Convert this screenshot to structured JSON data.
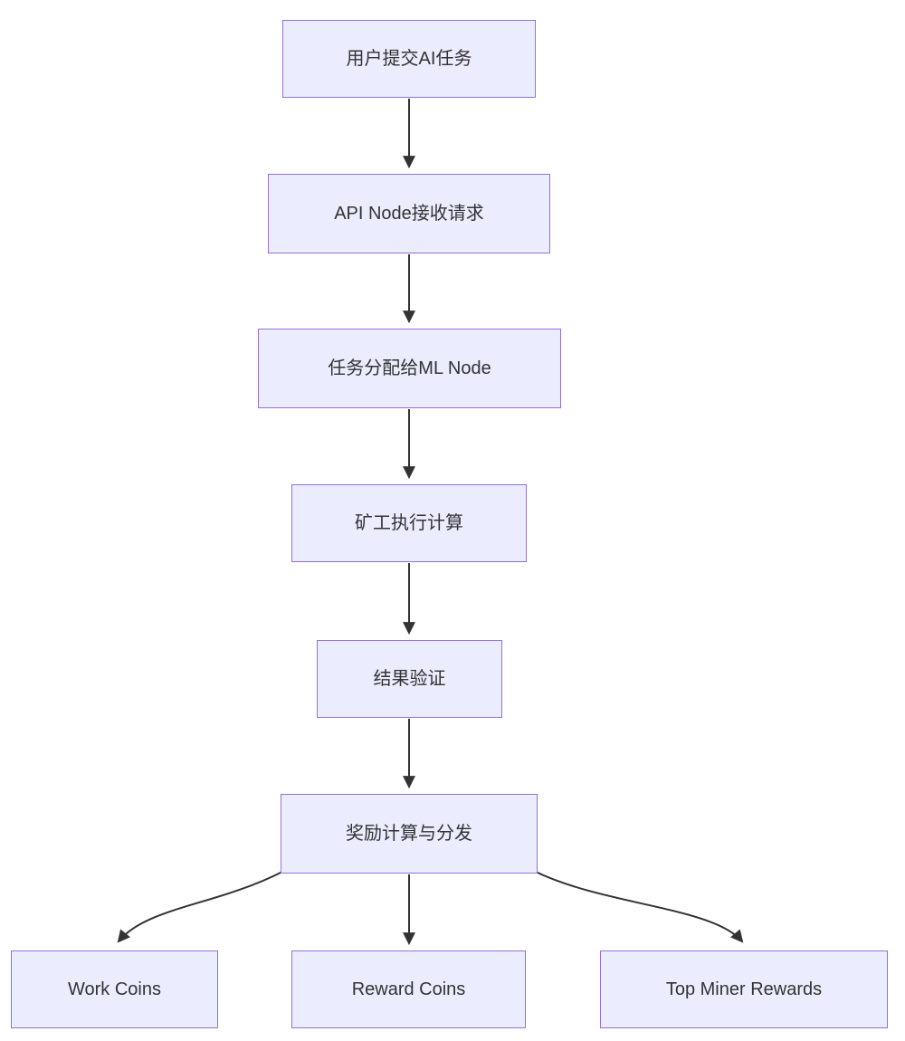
{
  "diagram": {
    "type": "flowchart",
    "direction": "top-down",
    "nodes": [
      {
        "id": "A",
        "label": "用户提交AI任务"
      },
      {
        "id": "B",
        "label": "API Node接收请求"
      },
      {
        "id": "C",
        "label": "任务分配给ML Node"
      },
      {
        "id": "D",
        "label": "矿工执行计算"
      },
      {
        "id": "E",
        "label": "结果验证"
      },
      {
        "id": "F",
        "label": "奖励计算与分发"
      },
      {
        "id": "G",
        "label": "Work Coins"
      },
      {
        "id": "H",
        "label": "Reward Coins"
      },
      {
        "id": "I",
        "label": "Top Miner Rewards"
      }
    ],
    "edges": [
      {
        "from": "A",
        "to": "B"
      },
      {
        "from": "B",
        "to": "C"
      },
      {
        "from": "C",
        "to": "D"
      },
      {
        "from": "D",
        "to": "E"
      },
      {
        "from": "E",
        "to": "F"
      },
      {
        "from": "F",
        "to": "G"
      },
      {
        "from": "F",
        "to": "H"
      },
      {
        "from": "F",
        "to": "I"
      }
    ]
  },
  "colors": {
    "node_fill": "#ECECFF",
    "node_border": "#9370DB",
    "arrow": "#333333",
    "text": "#333333",
    "bg": "#ffffff"
  }
}
